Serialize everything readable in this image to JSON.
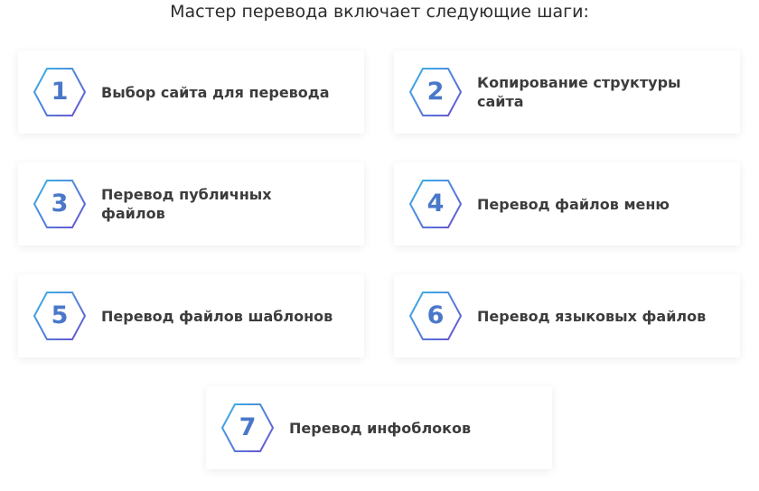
{
  "title": "Мастер перевода включает следующие шаги:",
  "steps": [
    {
      "number": "1",
      "label": "Выбор сайта для перевода"
    },
    {
      "number": "2",
      "label": "Копирование структуры сайта"
    },
    {
      "number": "3",
      "label": "Перевод публичных файлов"
    },
    {
      "number": "4",
      "label": "Перевод файлов меню"
    },
    {
      "number": "5",
      "label": "Перевод файлов шаблонов"
    },
    {
      "number": "6",
      "label": "Перевод языковых файлов"
    },
    {
      "number": "7",
      "label": "Перевод инфоблоков"
    }
  ],
  "colors": {
    "hex_gradient_start": "#38b6e6",
    "hex_gradient_end": "#6a4fd1",
    "number_color": "#4a78c9"
  },
  "icon": "hexagon-icon"
}
